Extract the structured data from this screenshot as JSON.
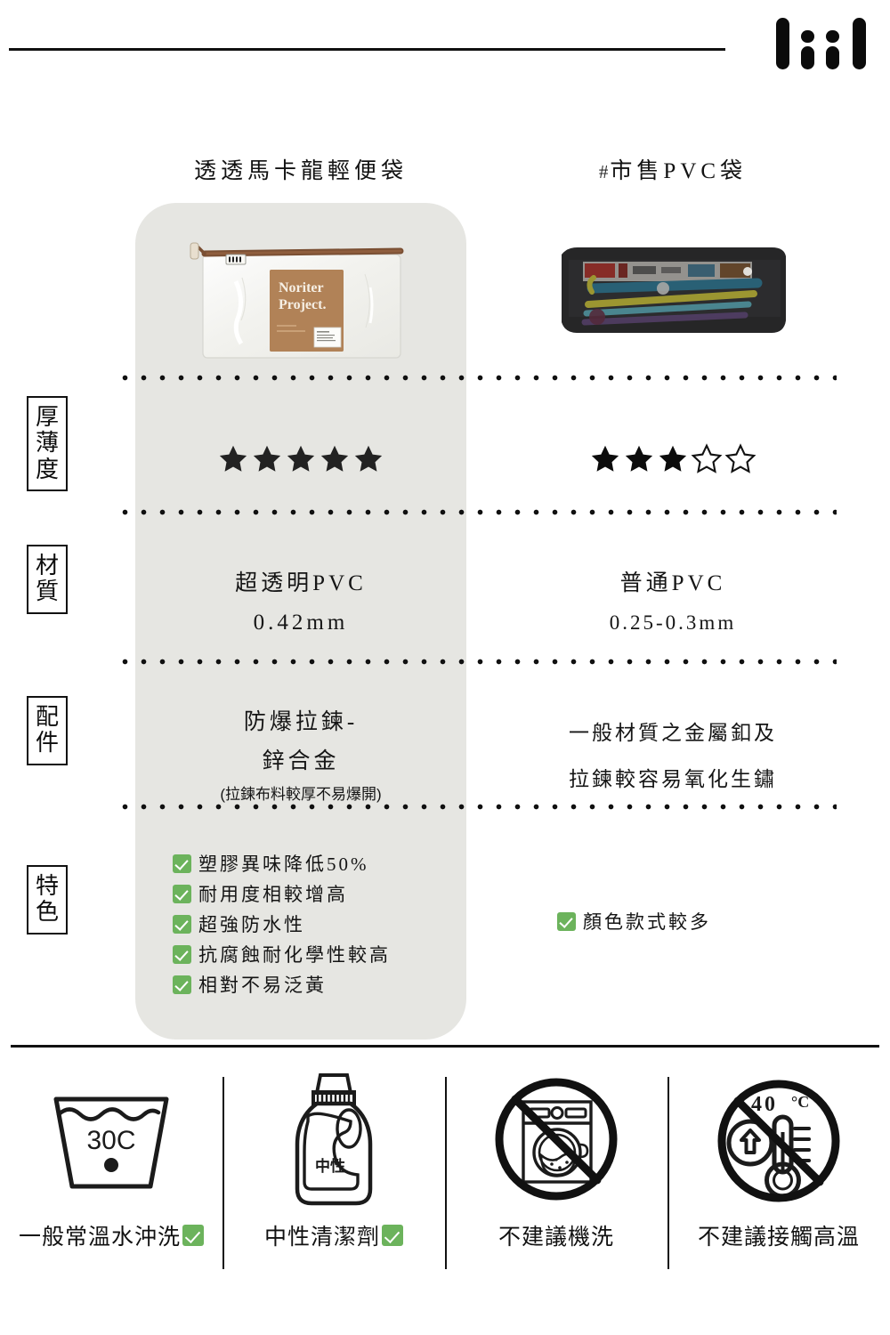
{
  "brand": {
    "logo_text": "liil",
    "logo_icon": "liil-wordmark-icon"
  },
  "columns": {
    "product_heading": "透透馬卡龍輕便袋",
    "competitor_prefix": "#",
    "competitor_heading": "市售PVC袋"
  },
  "photos": {
    "product_alt": "clear-pvc-pouch-photo",
    "product_box_line1": "Noriter",
    "product_box_line2": "Project.",
    "competitor_alt": "dark-pvc-pencil-case-photo"
  },
  "rows": [
    {
      "label": "厚薄度",
      "label_chars": [
        "厚",
        "薄",
        "度"
      ],
      "name": "thickness",
      "product": {
        "type": "stars",
        "filled": 5,
        "total": 5
      },
      "competitor": {
        "type": "stars",
        "filled": 3,
        "total": 5
      }
    },
    {
      "label": "材質",
      "label_chars": [
        "材",
        "質"
      ],
      "name": "material",
      "product": {
        "line1": "超透明PVC",
        "line2": "0.42mm"
      },
      "competitor": {
        "line1": "普通PVC",
        "line2": "0.25-0.3mm"
      }
    },
    {
      "label": "配件",
      "label_chars": [
        "配",
        "件"
      ],
      "name": "accessories",
      "product": {
        "line1": "防爆拉鍊-",
        "line2": "鋅合金",
        "note": "(拉鍊布料較厚不易爆開)"
      },
      "competitor": {
        "line1": "一般材質之金屬釦及",
        "line2": "拉鍊較容易氧化生鏽"
      }
    },
    {
      "label": "特色",
      "label_chars": [
        "特",
        "色"
      ],
      "name": "features",
      "product": {
        "items": [
          "塑膠異味降低50%",
          "耐用度相較增高",
          "超強防水性",
          "抗腐蝕耐化學性較高",
          "相對不易泛黃"
        ]
      },
      "competitor": {
        "items": [
          "顏色款式較多"
        ]
      }
    }
  ],
  "care": [
    {
      "icon": "wash-tub-30c-icon",
      "temp": "30C",
      "label": "一般常溫水沖洗",
      "allowed": true
    },
    {
      "icon": "neutral-detergent-bottle-icon",
      "bottle_text": "中性",
      "label": "中性清潔劑",
      "allowed": true
    },
    {
      "icon": "no-machine-wash-icon",
      "label": "不建議機洗",
      "allowed": false
    },
    {
      "icon": "no-high-temperature-icon",
      "temp": "40",
      "unit": "°C",
      "label": "不建議接觸高溫",
      "allowed": false
    }
  ],
  "colors": {
    "panel_gray": "#e6e6e2",
    "check_green": "#6cb35c",
    "ink": "#111111"
  }
}
